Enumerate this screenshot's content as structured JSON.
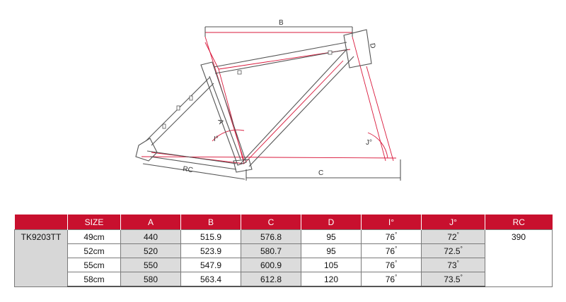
{
  "diagram": {
    "labels": {
      "B": "B",
      "D": "D",
      "A": "A",
      "C": "C",
      "RC": "RC",
      "I": "I°",
      "J": "J°"
    },
    "colors": {
      "frame": "#555555",
      "dimension": "#d9183b",
      "ground": "#555555"
    }
  },
  "table": {
    "headers": [
      "",
      "SIZE",
      "A",
      "B",
      "C",
      "D",
      "I°",
      "J°",
      "RC"
    ],
    "model": "TK9203TT",
    "rc": "390",
    "rows": [
      {
        "size": "49cm",
        "a": "440",
        "b": "515.9",
        "c": "576.8",
        "d": "95",
        "i": "76",
        "j": "72"
      },
      {
        "size": "52cm",
        "a": "520",
        "b": "523.9",
        "c": "580.7",
        "d": "95",
        "i": "76",
        "j": "72.5"
      },
      {
        "size": "55cm",
        "a": "550",
        "b": "547.9",
        "c": "600.9",
        "d": "105",
        "i": "76",
        "j": "73"
      },
      {
        "size": "58cm",
        "a": "580",
        "b": "563.4",
        "c": "612.8",
        "d": "120",
        "i": "76",
        "j": "73.5"
      }
    ],
    "degree_symbol": "°",
    "colors": {
      "header_bg": "#c8102e",
      "header_text": "#ffffff",
      "shade": "#dcdcdc"
    }
  }
}
